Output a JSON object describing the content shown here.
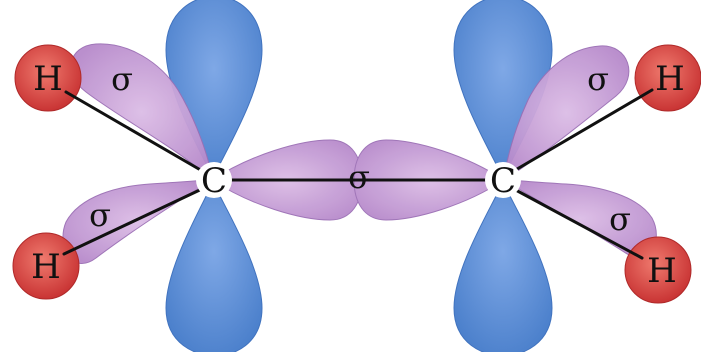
{
  "atoms": {
    "carbon_left": "C",
    "carbon_right": "C",
    "h_top_left": "H",
    "h_bottom_left": "H",
    "h_top_right": "H",
    "h_bottom_right": "H"
  },
  "bonds": {
    "sigma_cc": "σ",
    "sigma_top_left": "σ",
    "sigma_bottom_left": "σ",
    "sigma_top_right": "σ",
    "sigma_bottom_right": "σ"
  },
  "colors": {
    "p_orbital": "#5b8fd6",
    "p_orbital_edge": "#3f6fb8",
    "sigma_orbital": "#c9a0d8",
    "sigma_orbital_edge": "#9a6cb3",
    "hydrogen": "#d84848",
    "hydrogen_edge": "#b02a2a",
    "carbon_fill": "#ffffff",
    "bond_line": "#111111"
  }
}
